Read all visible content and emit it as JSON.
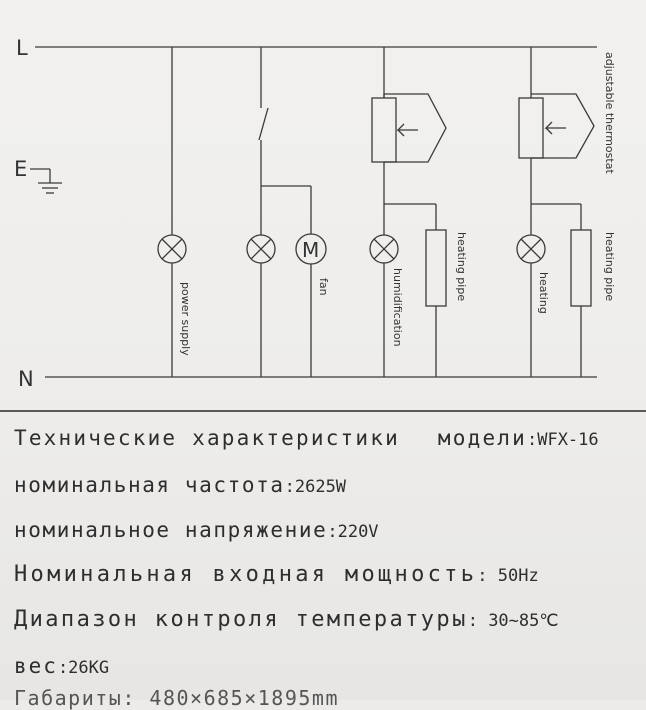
{
  "diagram": {
    "rails": {
      "live": "L",
      "earth": "E",
      "neutral": "N"
    },
    "labels": {
      "power_supply": "power supply",
      "fan": "fan",
      "humidification": "humidification",
      "heating_pipe_1": "heating pipe",
      "adjustable_thermostat": "adjustable thermostat",
      "heating_pipe_2": "heating pipe",
      "heating": "heating",
      "motor_symbol": "M"
    }
  },
  "specs": {
    "title_left": "Технические характеристики",
    "title_right": "модели",
    "model": ":WFX-16",
    "freq_label": "номинальная частота",
    "freq_value": ":2625W",
    "volt_label": "номинальное напряжение",
    "volt_value": ":220V",
    "power_label": "Номинальная входная мощность",
    "power_value": ": 50Hz",
    "temp_label": "Диапазон контроля температуры",
    "temp_value": ": 30~85℃",
    "weight_label": "вес",
    "weight_value": ":26KG",
    "dims_text": "Габариты: 480×685×1895mm"
  }
}
